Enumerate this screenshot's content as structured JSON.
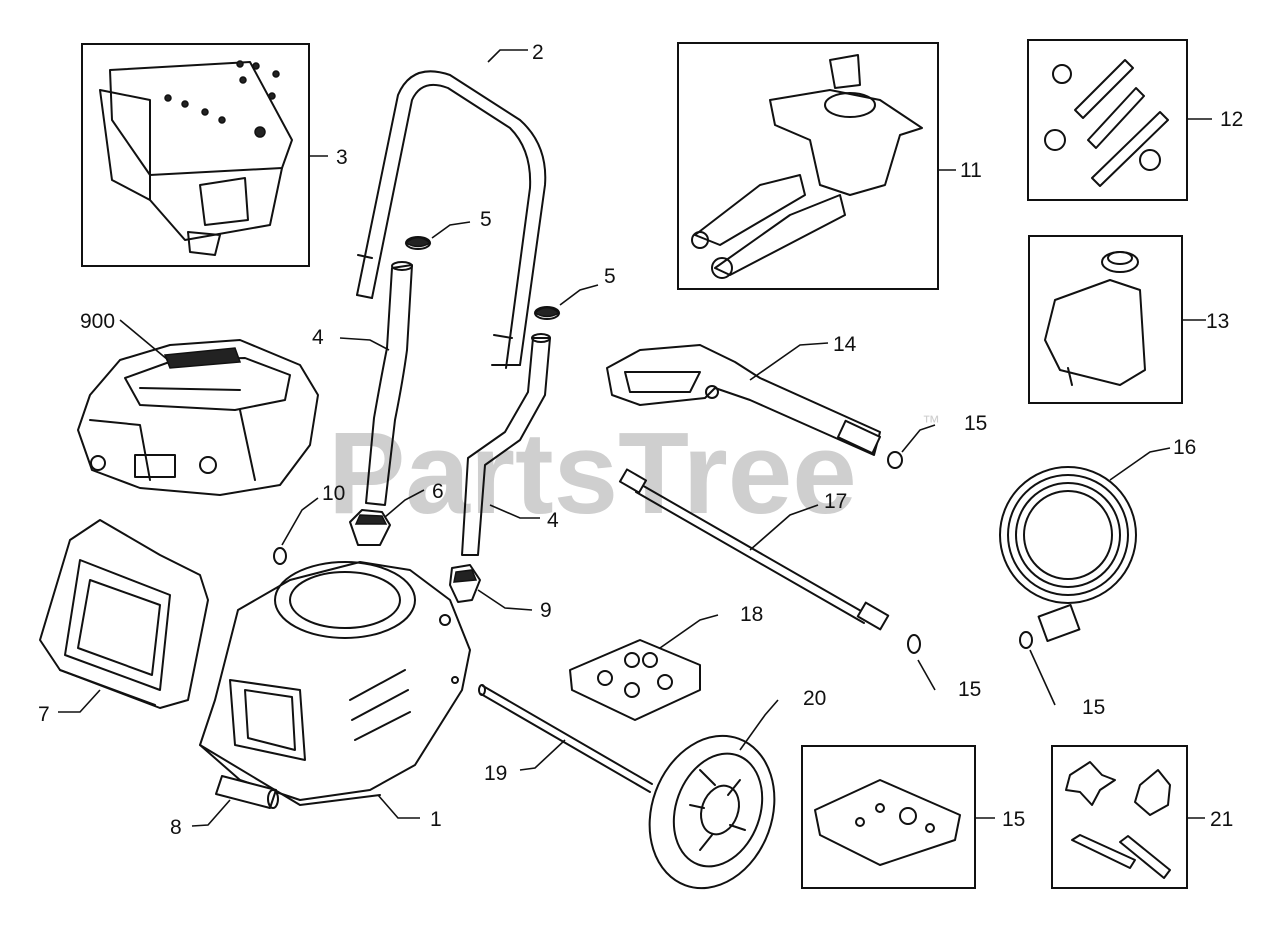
{
  "watermark": {
    "text": "PartsTree",
    "trademark": "™"
  },
  "callouts": {
    "c1": "1",
    "c2": "2",
    "c3": "3",
    "c4a": "4",
    "c4b": "4",
    "c5a": "5",
    "c5b": "5",
    "c6": "6",
    "c7": "7",
    "c8": "8",
    "c9": "9",
    "c10": "10",
    "c11": "11",
    "c12": "12",
    "c13": "13",
    "c14": "14",
    "c15a": "15",
    "c15b": "15",
    "c15c": "15",
    "c15d": "15",
    "c16": "16",
    "c17": "17",
    "c18": "18",
    "c19": "19",
    "c20": "20",
    "c21": "21",
    "c900": "900"
  }
}
